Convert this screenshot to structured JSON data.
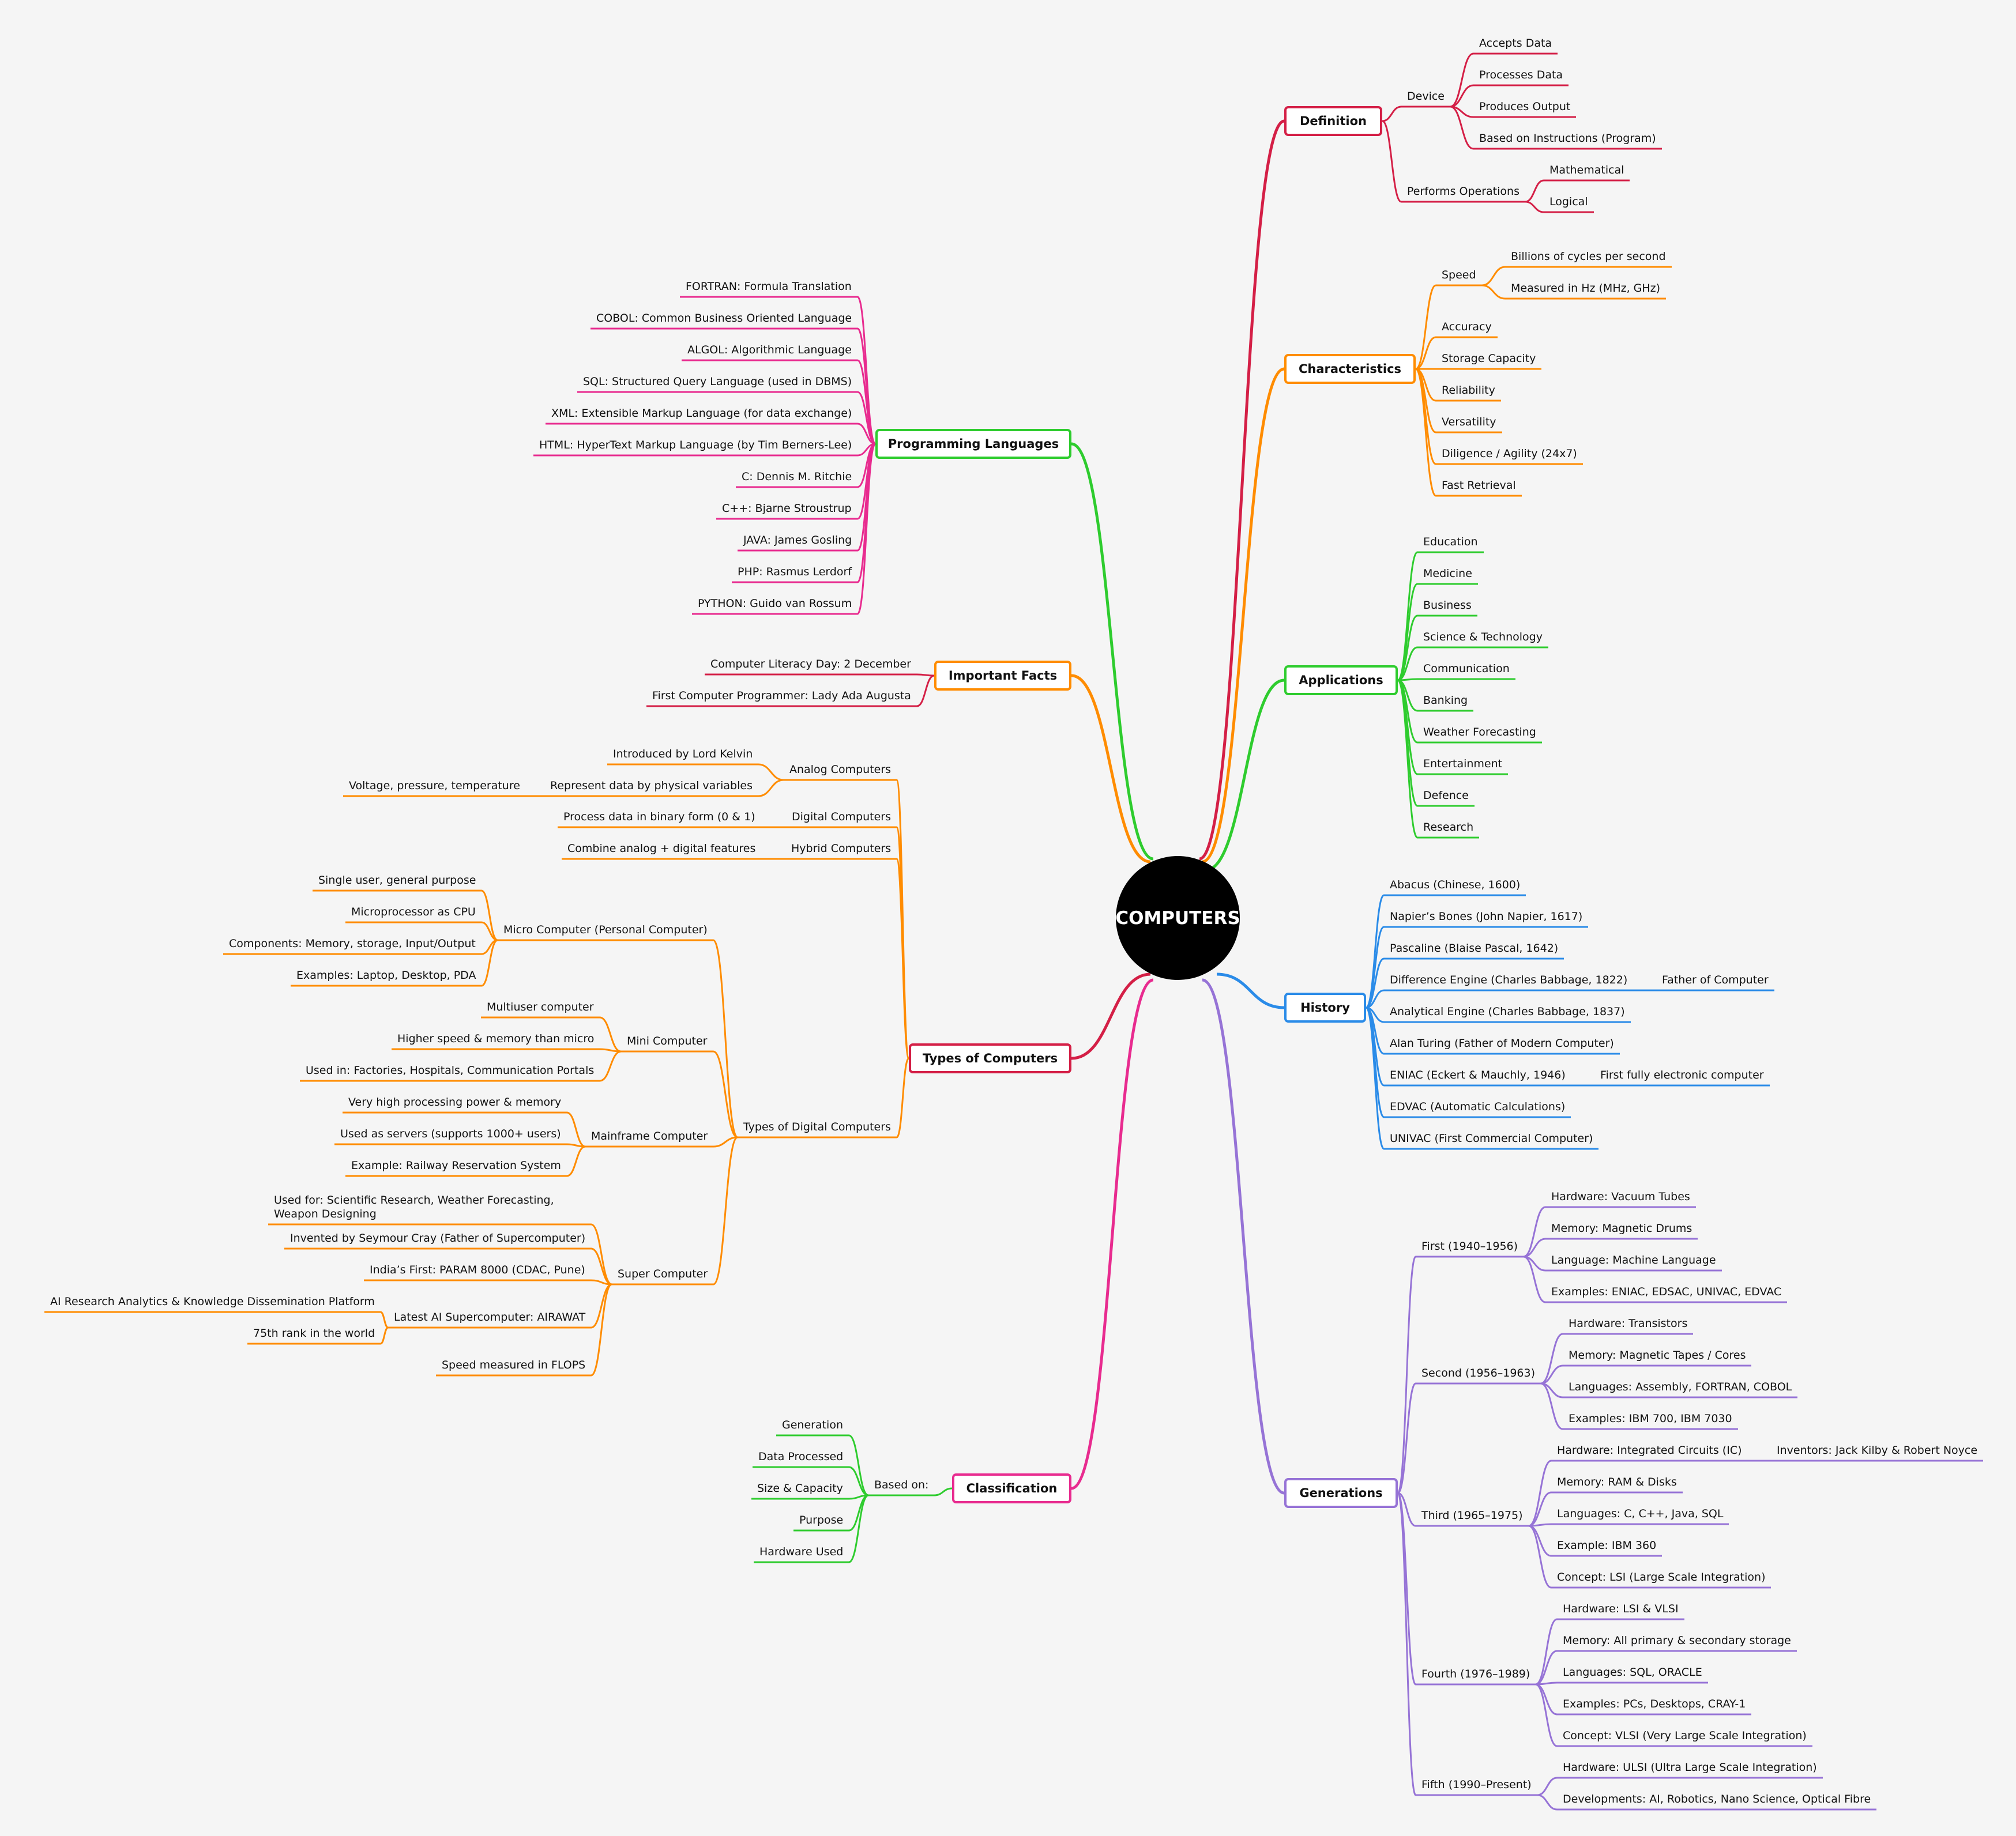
{
  "title": "COMPUTERS",
  "colors": {
    "red": "#d41f46",
    "orange": "#ff8c00",
    "green": "#2ecc2e",
    "blue": "#2a8be8",
    "purple": "#9673d6",
    "pink": "#e82b8f"
  },
  "branches": {
    "definition": {
      "label": "Definition",
      "color": "red",
      "children": [
        {
          "label": "Device",
          "children": [
            {
              "label": "Accepts Data"
            },
            {
              "label": "Processes Data"
            },
            {
              "label": "Produces Output"
            },
            {
              "label": "Based on Instructions (Program)"
            }
          ]
        },
        {
          "label": "Performs Operations",
          "children": [
            {
              "label": "Mathematical"
            },
            {
              "label": "Logical"
            }
          ]
        }
      ]
    },
    "characteristics": {
      "label": "Characteristics",
      "color": "orange",
      "children": [
        {
          "label": "Speed",
          "children": [
            {
              "label": "Billions of cycles per second"
            },
            {
              "label": "Measured in Hz (MHz, GHz)"
            }
          ]
        },
        {
          "label": "Accuracy"
        },
        {
          "label": "Storage Capacity"
        },
        {
          "label": "Reliability"
        },
        {
          "label": "Versatility"
        },
        {
          "label": "Diligence / Agility (24x7)"
        },
        {
          "label": "Fast Retrieval"
        }
      ]
    },
    "applications": {
      "label": "Applications",
      "color": "green",
      "children": [
        {
          "label": "Education"
        },
        {
          "label": "Medicine"
        },
        {
          "label": "Business"
        },
        {
          "label": "Science & Technology"
        },
        {
          "label": "Communication"
        },
        {
          "label": "Banking"
        },
        {
          "label": "Weather Forecasting"
        },
        {
          "label": "Entertainment"
        },
        {
          "label": "Defence"
        },
        {
          "label": "Research"
        }
      ]
    },
    "history": {
      "label": "History",
      "color": "blue",
      "children": [
        {
          "label": "Abacus (Chinese, 1600)"
        },
        {
          "label": "Napier’s Bones (John Napier, 1617)"
        },
        {
          "label": "Pascaline (Blaise Pascal, 1642)"
        },
        {
          "label": "Difference Engine (Charles Babbage, 1822)",
          "children": [
            {
              "label": "Father of Computer"
            }
          ]
        },
        {
          "label": "Analytical Engine (Charles Babbage, 1837)"
        },
        {
          "label": "Alan Turing (Father of Modern Computer)"
        },
        {
          "label": "ENIAC (Eckert & Mauchly, 1946)",
          "children": [
            {
              "label": "First fully electronic computer"
            }
          ]
        },
        {
          "label": "EDVAC (Automatic Calculations)"
        },
        {
          "label": "UNIVAC (First Commercial Computer)"
        }
      ]
    },
    "generations": {
      "label": "Generations",
      "color": "purple",
      "children": [
        {
          "label": "First (1940–1956)",
          "children": [
            {
              "label": "Hardware: Vacuum Tubes"
            },
            {
              "label": "Memory: Magnetic Drums"
            },
            {
              "label": "Language: Machine Language"
            },
            {
              "label": "Examples: ENIAC, EDSAC, UNIVAC, EDVAC"
            }
          ]
        },
        {
          "label": "Second (1956–1963)",
          "children": [
            {
              "label": "Hardware: Transistors"
            },
            {
              "label": "Memory: Magnetic Tapes / Cores"
            },
            {
              "label": "Languages: Assembly, FORTRAN, COBOL"
            },
            {
              "label": "Examples: IBM 700, IBM 7030"
            }
          ]
        },
        {
          "label": "Third (1965–1975)",
          "children": [
            {
              "label": "Hardware: Integrated Circuits (IC)",
              "children": [
                {
                  "label": "Inventors: Jack Kilby & Robert Noyce"
                }
              ]
            },
            {
              "label": "Memory: RAM & Disks"
            },
            {
              "label": "Languages: C, C++, Java, SQL"
            },
            {
              "label": "Example: IBM 360"
            },
            {
              "label": "Concept: LSI (Large Scale Integration)"
            }
          ]
        },
        {
          "label": "Fourth (1976–1989)",
          "children": [
            {
              "label": "Hardware: LSI & VLSI"
            },
            {
              "label": "Memory: All primary & secondary storage"
            },
            {
              "label": "Languages: SQL, ORACLE"
            },
            {
              "label": "Examples: PCs, Desktops, CRAY-1"
            },
            {
              "label": "Concept: VLSI (Very Large Scale Integration)"
            }
          ]
        },
        {
          "label": "Fifth (1990–Present)",
          "children": [
            {
              "label": "Hardware: ULSI (Ultra Large Scale Integration)"
            },
            {
              "label": "Developments: AI, Robotics, Nano Science, Optical Fibre"
            }
          ]
        }
      ]
    },
    "programming": {
      "label": "Programming Languages",
      "color": "green",
      "children": [
        {
          "label": "FORTRAN: Formula Translation"
        },
        {
          "label": "COBOL: Common Business Oriented Language"
        },
        {
          "label": "ALGOL: Algorithmic Language"
        },
        {
          "label": "SQL: Structured Query Language (used in DBMS)"
        },
        {
          "label": "XML: Extensible Markup Language (for data exchange)"
        },
        {
          "label": "HTML: HyperText Markup Language (by Tim Berners-Lee)"
        },
        {
          "label": "C: Dennis M. Ritchie"
        },
        {
          "label": "C++: Bjarne Stroustrup"
        },
        {
          "label": "JAVA: James Gosling"
        },
        {
          "label": "PHP: Rasmus Lerdorf"
        },
        {
          "label": "PYTHON: Guido van Rossum"
        }
      ]
    },
    "facts": {
      "label": "Important Facts",
      "color": "orange",
      "children": [
        {
          "label": "Computer Literacy Day: 2 December"
        },
        {
          "label": "First Computer Programmer: Lady Ada Augusta"
        }
      ]
    },
    "types": {
      "label": "Types of Computers",
      "color": "red",
      "children": [
        {
          "label": "Analog Computers",
          "children": [
            {
              "label": "Introduced by Lord Kelvin"
            },
            {
              "label": "Represent data by physical variables",
              "children": [
                {
                  "label": "Voltage, pressure, temperature"
                }
              ]
            }
          ]
        },
        {
          "label": "Digital Computers",
          "children": [
            {
              "label": "Process data in binary form (0 & 1)"
            }
          ]
        },
        {
          "label": "Hybrid Computers",
          "children": [
            {
              "label": "Combine analog + digital features"
            }
          ]
        },
        {
          "label": "Types of Digital Computers",
          "children": [
            {
              "label": "Micro Computer (Personal Computer)",
              "children": [
                {
                  "label": "Single user, general purpose"
                },
                {
                  "label": "Microprocessor as CPU"
                },
                {
                  "label": "Components: Memory, storage, Input/Output"
                },
                {
                  "label": "Examples: Laptop, Desktop, PDA"
                }
              ]
            },
            {
              "label": "Mini Computer",
              "children": [
                {
                  "label": "Multiuser computer"
                },
                {
                  "label": "Higher speed & memory than micro"
                },
                {
                  "label": "Used in: Factories, Hospitals, Communication Portals"
                }
              ]
            },
            {
              "label": "Mainframe Computer",
              "children": [
                {
                  "label": "Very high processing power & memory"
                },
                {
                  "label": "Used as servers (supports 1000+ users)"
                },
                {
                  "label": "Example: Railway Reservation System"
                }
              ]
            },
            {
              "label": "Super Computer",
              "children": [
                {
                  "label": "Used for: Scientific Research, Weather Forecasting, Weapon Designing"
                },
                {
                  "label": "Invented by Seymour Cray (Father of Supercomputer)"
                },
                {
                  "label": "India’s First: PARAM 8000 (CDAC, Pune)"
                },
                {
                  "label": "Latest AI Supercomputer: AIRAWAT",
                  "children": [
                    {
                      "label": "AI Research Analytics & Knowledge Dissemination Platform"
                    },
                    {
                      "label": "75th rank in the world"
                    }
                  ]
                },
                {
                  "label": "Speed measured in FLOPS"
                }
              ]
            }
          ]
        }
      ]
    },
    "classification": {
      "label": "Classification",
      "color": "pink",
      "children": [
        {
          "label": "Based on:",
          "children": [
            {
              "label": "Generation"
            },
            {
              "label": "Data Processed"
            },
            {
              "label": "Size & Capacity"
            },
            {
              "label": "Purpose"
            },
            {
              "label": "Hardware Used"
            }
          ]
        }
      ]
    }
  }
}
